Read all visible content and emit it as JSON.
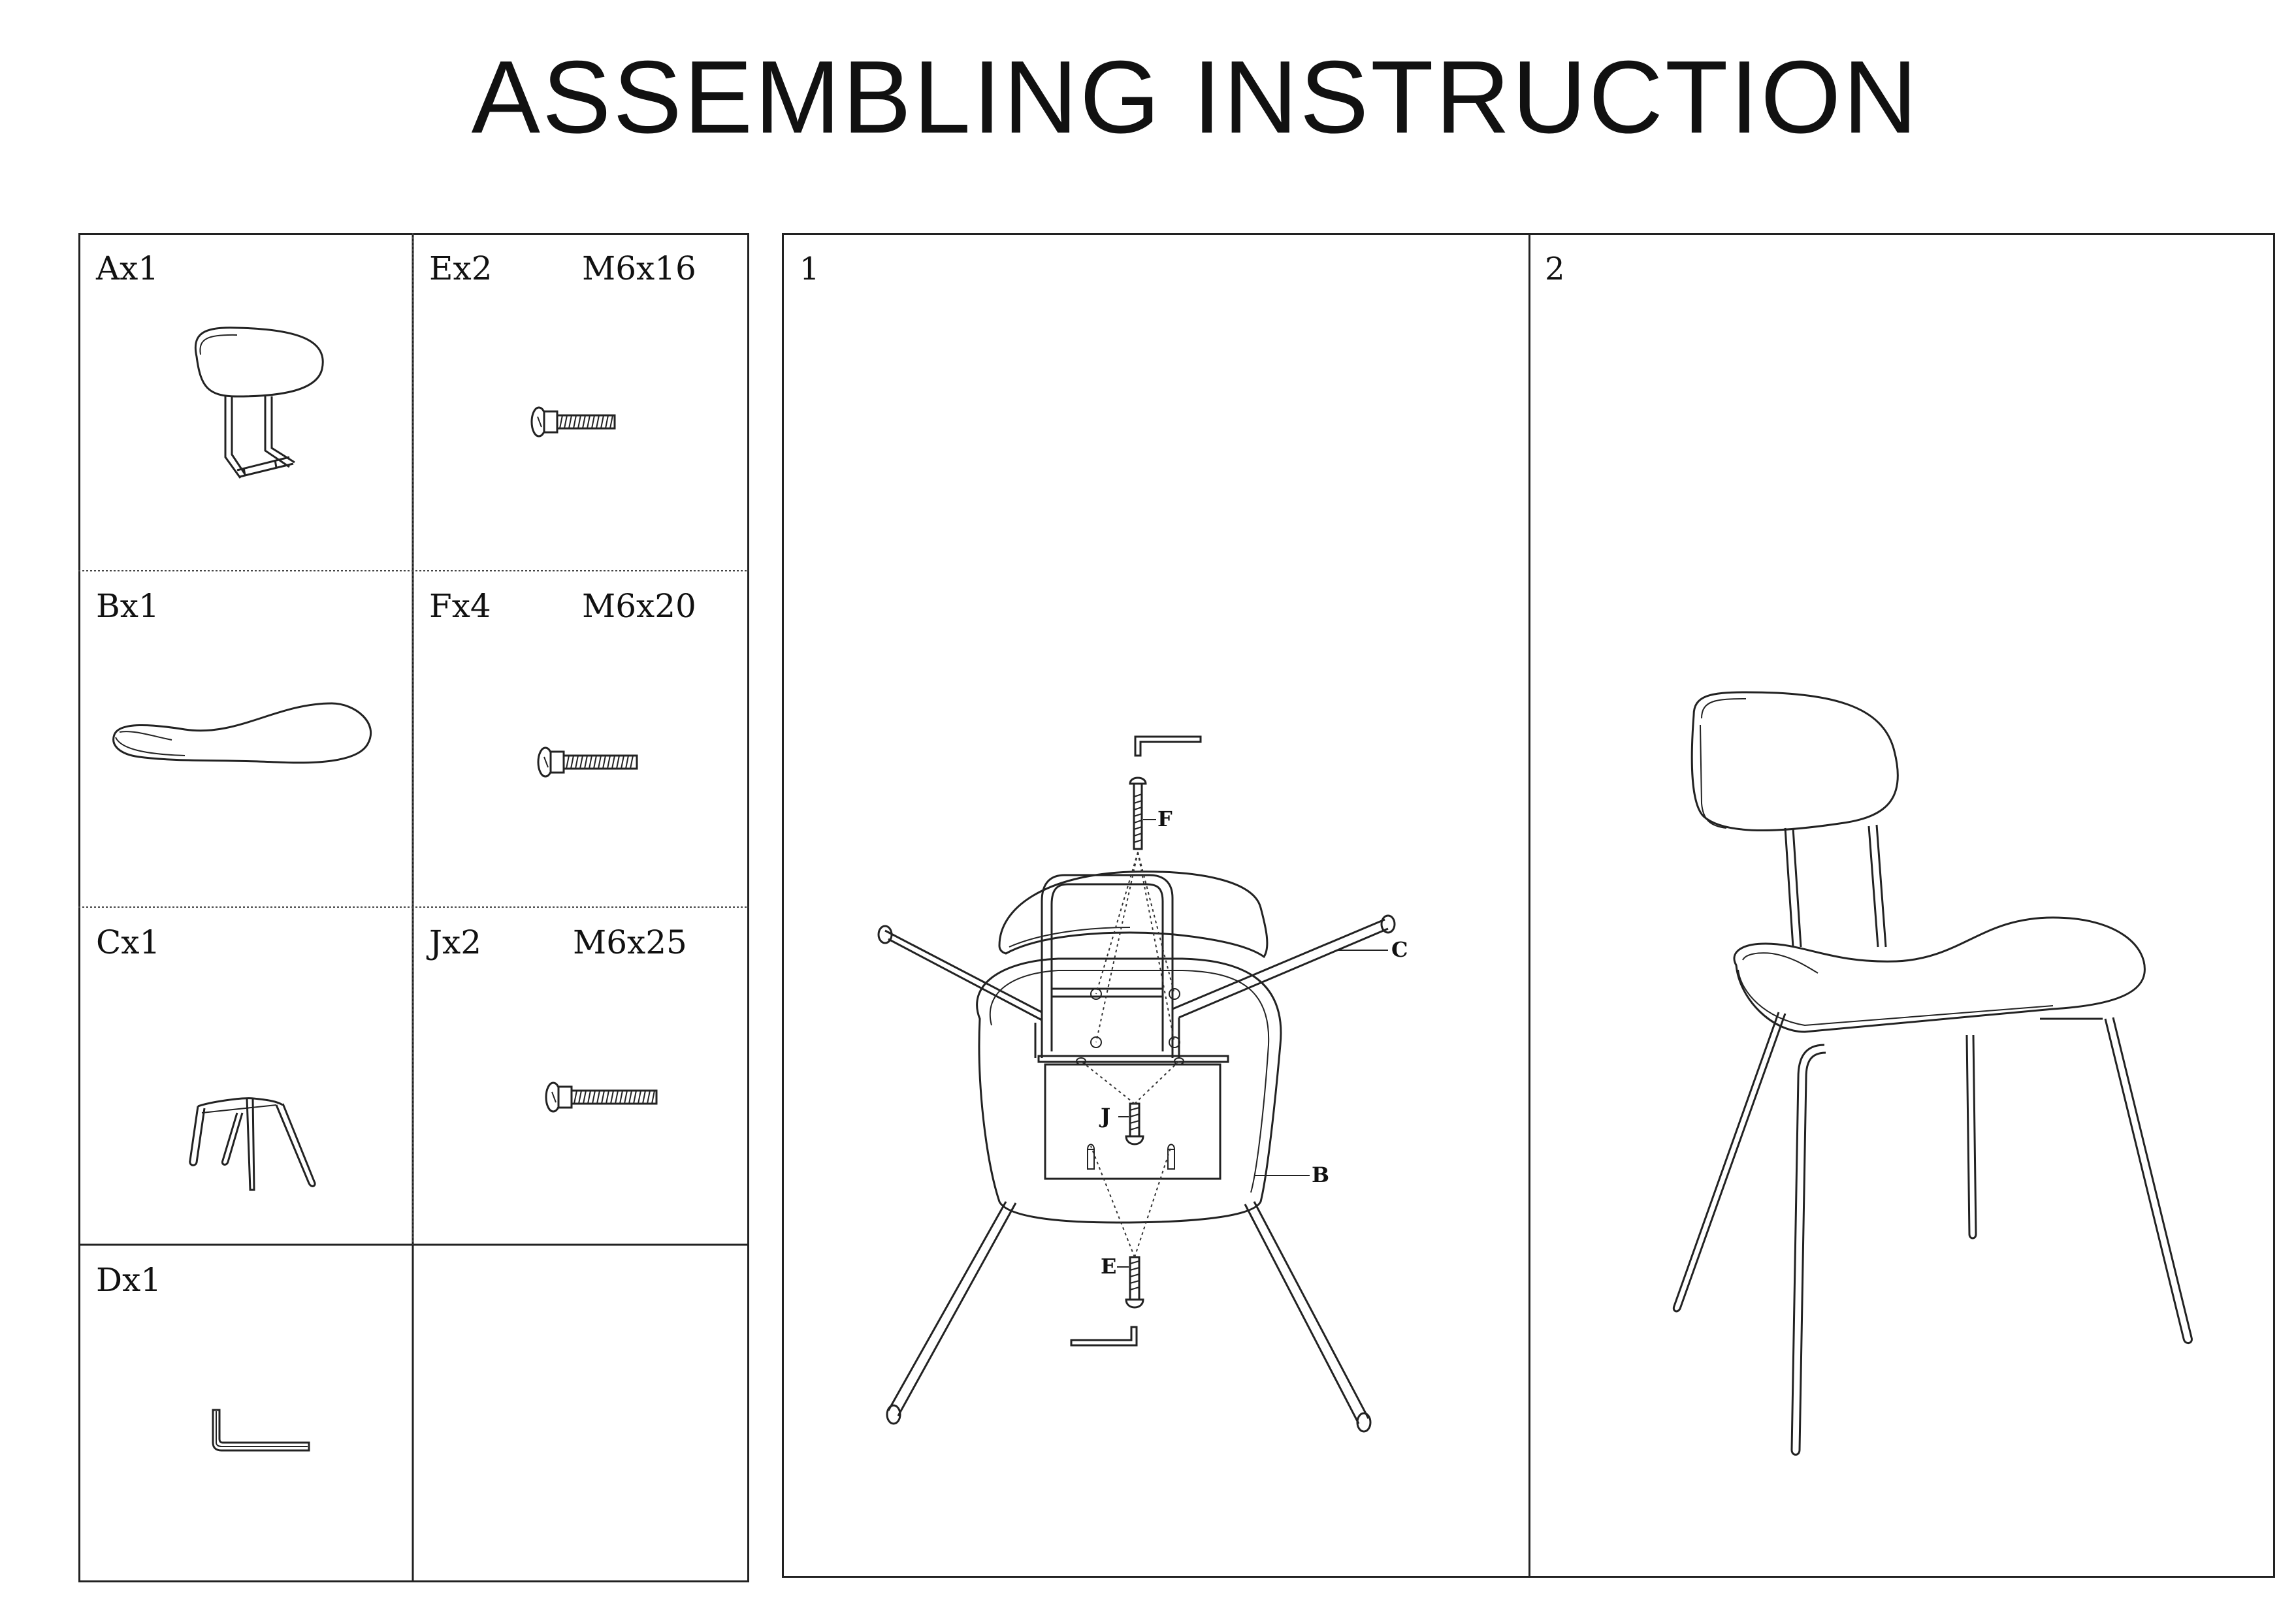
{
  "title": "ASSEMBLING INSTRUCTION",
  "parts": {
    "A": {
      "label": "Ax1",
      "icon": "backrest-icon"
    },
    "B": {
      "label": "Bx1",
      "icon": "seat-icon"
    },
    "C": {
      "label": "Cx1",
      "icon": "leg-frame-icon"
    },
    "D": {
      "label": "Dx1",
      "icon": "allen-key-icon"
    },
    "E": {
      "label": "Ex2",
      "size": "M6x16",
      "icon": "bolt-icon"
    },
    "F": {
      "label": "Fx4",
      "size": "M6x20",
      "icon": "bolt-icon"
    },
    "J": {
      "label": "Jx2",
      "size": "M6x25",
      "icon": "bolt-icon"
    }
  },
  "steps": [
    {
      "number": "1",
      "callouts": {
        "F": "F",
        "C": "C",
        "J": "J",
        "B": "B",
        "E": "E"
      }
    },
    {
      "number": "2"
    }
  ],
  "colors": {
    "line": "#222222",
    "background": "#ffffff"
  }
}
